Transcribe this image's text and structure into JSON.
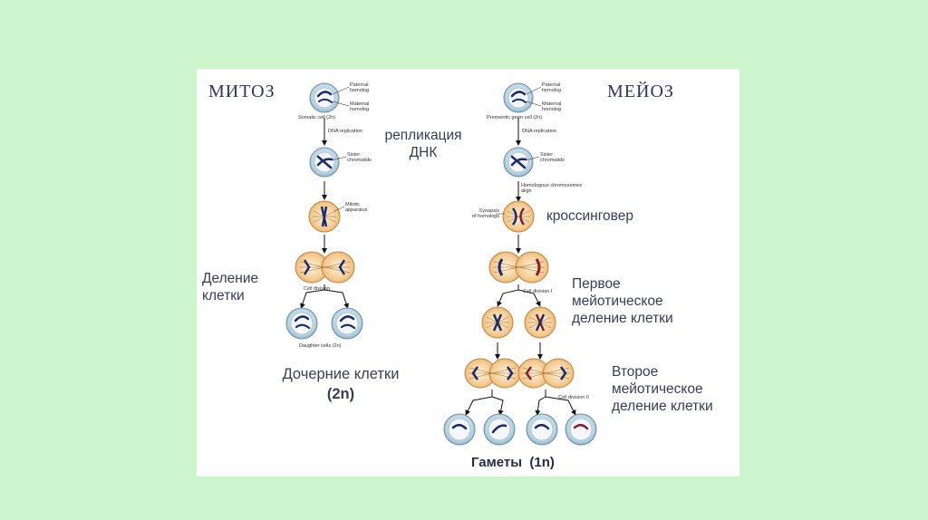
{
  "titles": {
    "mitosis": "МИТОЗ",
    "meiosis": "МЕЙОЗ"
  },
  "labels_ru": {
    "replication_l1": "репликация",
    "replication_l2": "ДНК",
    "crossingover": "кроссинговер",
    "division_l1": "Деление",
    "division_l2": "клетки",
    "first_l1": "Первое",
    "first_l2": "мейотическое",
    "first_l3": "деление клетки",
    "daughter": "Дочерние клетки",
    "daughter_n": "(2n)",
    "second_l1": "Второе",
    "second_l2": "мейотическое",
    "second_l3": "деление клетки",
    "gametes": "Гаметы  (1n)"
  },
  "labels_en": {
    "paternal_l1": "Paternal",
    "paternal_l2": "homolog",
    "maternal_l1": "Maternal",
    "maternal_l2": "homolog",
    "somatic": "Somatic cell (2n)",
    "premeiotic": "Premeiotic germ cell (2n)",
    "dna_rep_left": "DNA replication",
    "dna_rep_right": "DNA replication",
    "sister_l1_left": "Sister",
    "sister_l2_left": "chromatids",
    "sister_l1_right": "Sister",
    "sister_l2_right": "chromatids",
    "mitotic_l1": "Mitotic",
    "mitotic_l2": "apparatus",
    "homologous_l1": "Homologous chromosomes",
    "homologous_l2": "align",
    "synapsis_l1": "Synapsis",
    "synapsis_l2": "of homologs",
    "cell_div_left": "Cell division",
    "cell_div_i": "Cell division I",
    "cell_div_ii": "Cell division II",
    "daughter_cells": "Daughter cells (2n)"
  }
}
